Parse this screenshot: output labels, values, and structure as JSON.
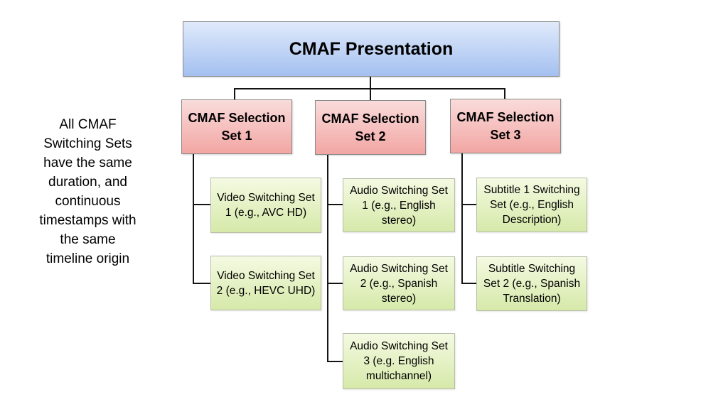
{
  "root": {
    "label": "CMAF Presentation"
  },
  "selection_sets": [
    {
      "line1": "CMAF Selection",
      "line2": "Set 1"
    },
    {
      "line1": "CMAF Selection",
      "line2": "Set 2"
    },
    {
      "line1": "CMAF Selection",
      "line2": "Set 3"
    }
  ],
  "switching_sets": {
    "video": [
      "Video Switching Set 1 (e.g., AVC HD)",
      "Video Switching Set 2 (e.g., HEVC UHD)"
    ],
    "audio": [
      "Audio Switching Set 1 (e.g., English stereo)",
      "Audio Switching Set 2 (e.g., Spanish stereo)",
      "Audio Switching Set 3 (e.g. English multichannel)"
    ],
    "subtitle": [
      "Subtitle 1 Switching Set (e.g., English Description)",
      "Subtitle Switching Set 2 (e.g., Spanish Translation)"
    ]
  },
  "note": {
    "text": "All CMAF Switching Sets have the same duration, and continuous timestamps with the same timeline origin",
    "lines": [
      "All CMAF",
      "Switching Sets",
      "have the same",
      "duration, and",
      "continuous",
      "timestamps with",
      "the same",
      "timeline origin"
    ]
  },
  "colors": {
    "blue_top": "#e0eafb",
    "blue_bottom": "#a4c0f0",
    "pink_top": "#f9dcdb",
    "pink_bottom": "#f2a6a3",
    "green_top": "#f4fae2",
    "green_bottom": "#d6e9a9",
    "connector": "#141414"
  }
}
